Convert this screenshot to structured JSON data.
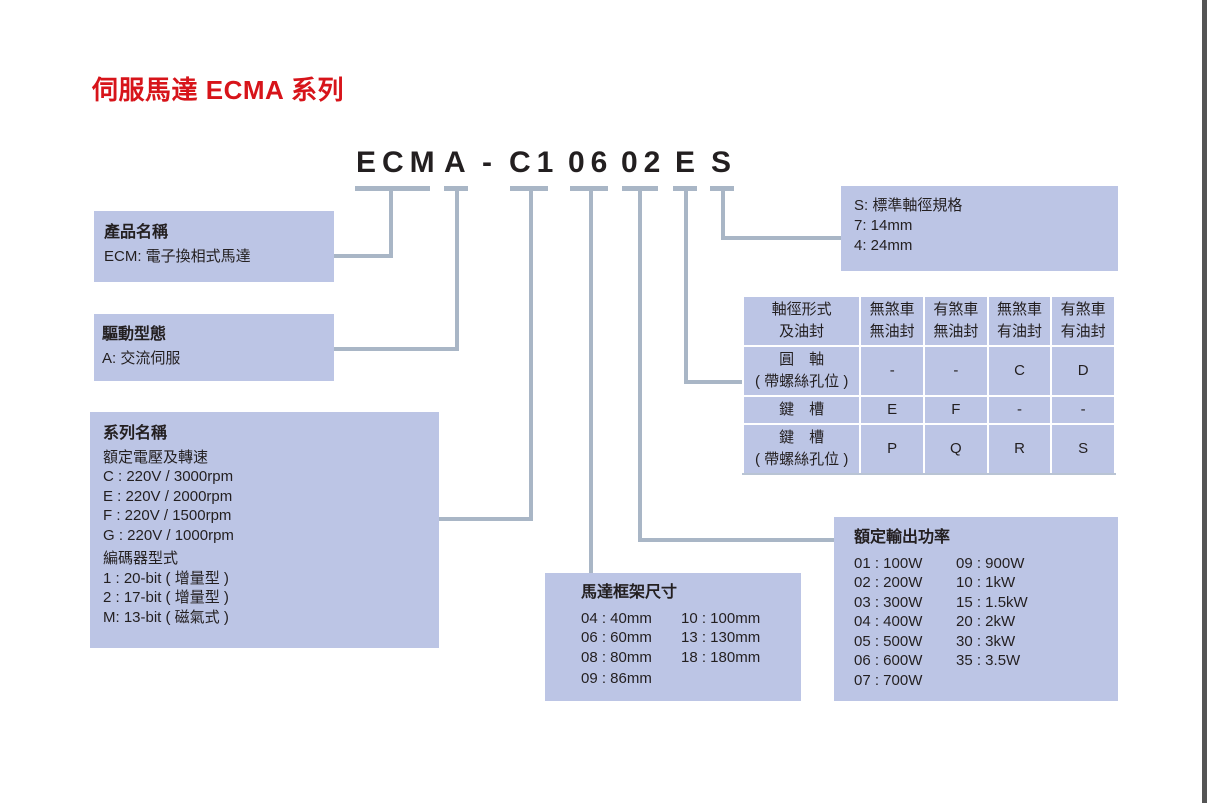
{
  "title": "伺服馬達 ECMA 系列",
  "model_code": {
    "segments": [
      "ECM",
      "A",
      "-",
      "C1",
      "06",
      "02",
      "E",
      "S"
    ]
  },
  "product_name": {
    "heading": "產品名稱",
    "lines": [
      "ECM: 電子換相式馬達"
    ]
  },
  "drive_type": {
    "heading": "驅動型態",
    "lines": [
      "A: 交流伺服"
    ]
  },
  "series_name": {
    "heading": "系列名稱",
    "voltage_heading": "額定電壓及轉速",
    "voltage_lines": [
      "C : 220V / 3000rpm",
      "E : 220V / 2000rpm",
      "F : 220V / 1500rpm",
      "G : 220V / 1000rpm"
    ],
    "encoder_heading": "編碼器型式",
    "encoder_lines": [
      "1 : 20-bit ( 增量型 )",
      "2 : 17-bit ( 增量型 )",
      "M: 13-bit ( 磁氣式 )"
    ]
  },
  "frame_size": {
    "heading": "馬達框架尺寸",
    "col1": [
      "04 : 40mm",
      "06 : 60mm",
      "08 : 80mm",
      "09 : 86mm"
    ],
    "col2": [
      "10 : 100mm",
      "13 : 130mm",
      "18 : 180mm"
    ]
  },
  "rated_power": {
    "heading": "額定輸出功率",
    "col1": [
      "01 : 100W",
      "02 : 200W",
      "03 : 300W",
      "04 : 400W",
      "05 : 500W",
      "06 : 600W",
      "07 : 700W"
    ],
    "col2": [
      "09 : 900W",
      "10 : 1kW",
      "15 : 1.5kW",
      "20 : 2kW",
      "30 : 3kW",
      "35 : 3.5W"
    ]
  },
  "shaft_spec": {
    "lines": [
      "S: 標準軸徑規格",
      "7: 14mm",
      "4: 24mm"
    ]
  },
  "shaft_table": {
    "corner": [
      "軸徑形式",
      "及油封"
    ],
    "columns": [
      [
        "無煞車",
        "無油封"
      ],
      [
        "有煞車",
        "無油封"
      ],
      [
        "無煞車",
        "有油封"
      ],
      [
        "有煞車",
        "有油封"
      ]
    ],
    "rows": [
      {
        "label": [
          "圓　軸",
          "( 帶螺絲孔位 )"
        ],
        "values": [
          "-",
          "-",
          "C",
          "D"
        ]
      },
      {
        "label": [
          "鍵　槽"
        ],
        "values": [
          "E",
          "F",
          "-",
          "-"
        ]
      },
      {
        "label": [
          "鍵　槽",
          "( 帶螺絲孔位 )"
        ],
        "values": [
          "P",
          "Q",
          "R",
          "S"
        ]
      }
    ]
  }
}
